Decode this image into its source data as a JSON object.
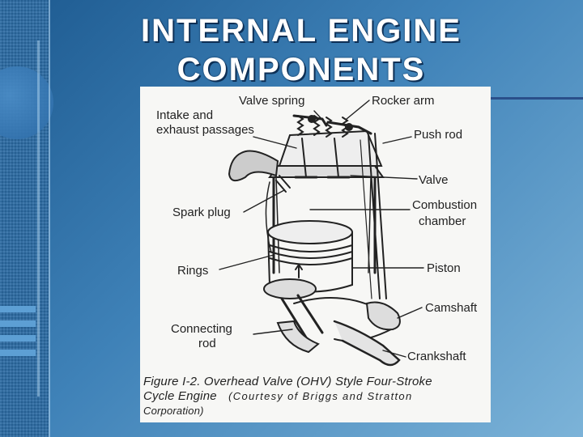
{
  "slide": {
    "title_line1": "INTERNAL ENGINE",
    "title_line2": "COMPONENTS"
  },
  "figure": {
    "labels": {
      "valve_spring": "Valve spring",
      "rocker_arm": "Rocker arm",
      "intake_line1": "Intake and",
      "intake_line2": "exhaust passages",
      "push_rod": "Push rod",
      "valve": "Valve",
      "spark_plug": "Spark plug",
      "combustion_line1": "Combustion",
      "combustion_line2": "chamber",
      "rings": "Rings",
      "piston": "Piston",
      "camshaft": "Camshaft",
      "connecting_line1": "Connecting",
      "connecting_line2": "rod",
      "crankshaft": "Crankshaft"
    },
    "caption": {
      "line1": "Figure I-2.  Overhead Valve (OHV) Style Four-Stroke",
      "line2a": "Cycle Engine",
      "line2b": "(Courtesy of Briggs and Stratton",
      "line3": "Corporation)"
    }
  },
  "colors": {
    "background": "#3f82b8",
    "title_text": "#ffffff",
    "figure_bg": "#f7f7f5",
    "ink": "#222222"
  }
}
